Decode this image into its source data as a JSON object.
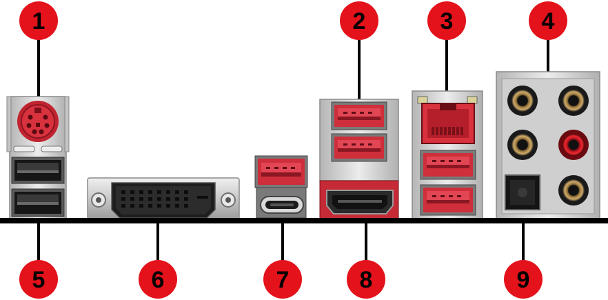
{
  "colors": {
    "callout": "#e3121b",
    "callout_text": "#000000",
    "usb_red": "#d8323f",
    "usb_black": "#1f1f1f",
    "metal_light": "#dcdcdc",
    "metal_dark": "#8e8e8e",
    "baseline": "#000000",
    "audio_red": "#e01a22",
    "audio_gold": "#b58b4a"
  },
  "callouts": [
    {
      "id": "1",
      "label": "1",
      "port": "ps2-combo-port"
    },
    {
      "id": "2",
      "label": "2",
      "port": "usb-3-2-gen2-type-a-ports"
    },
    {
      "id": "3",
      "label": "3",
      "port": "lan-port"
    },
    {
      "id": "4",
      "label": "4",
      "port": "audio-jacks"
    },
    {
      "id": "5",
      "label": "5",
      "port": "usb-2-0-ports"
    },
    {
      "id": "6",
      "label": "6",
      "port": "dvi-d-port"
    },
    {
      "id": "7",
      "label": "7",
      "port": "usb-type-c-port"
    },
    {
      "id": "8",
      "label": "8",
      "port": "hdmi-port"
    },
    {
      "id": "9",
      "label": "9",
      "port": "optical-spdif-out"
    }
  ]
}
